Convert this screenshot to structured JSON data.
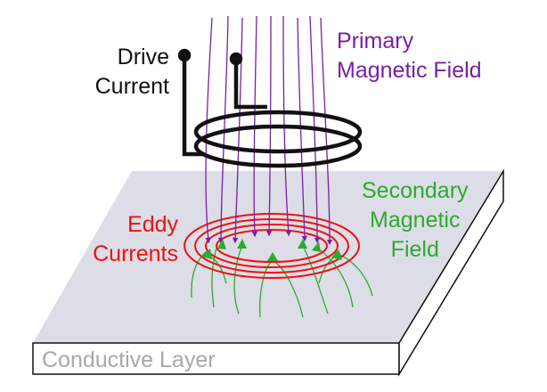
{
  "labels": {
    "drive_current": [
      "Drive",
      "Current"
    ],
    "primary_field": [
      "Primary",
      "Magnetic Field"
    ],
    "eddy_currents": [
      "Eddy",
      "Currents"
    ],
    "secondary_field": [
      "Secondary",
      "Magnetic",
      "Field"
    ],
    "conductive_layer": "Conductive Layer"
  },
  "colors": {
    "drive_current": "#111111",
    "primary_field": "#7a1fa2",
    "eddy_currents": "#ee1111",
    "secondary_field": "#2eaa2e",
    "conductive_layer": "#a8a8a8",
    "plate_top": "#dcdde6"
  }
}
